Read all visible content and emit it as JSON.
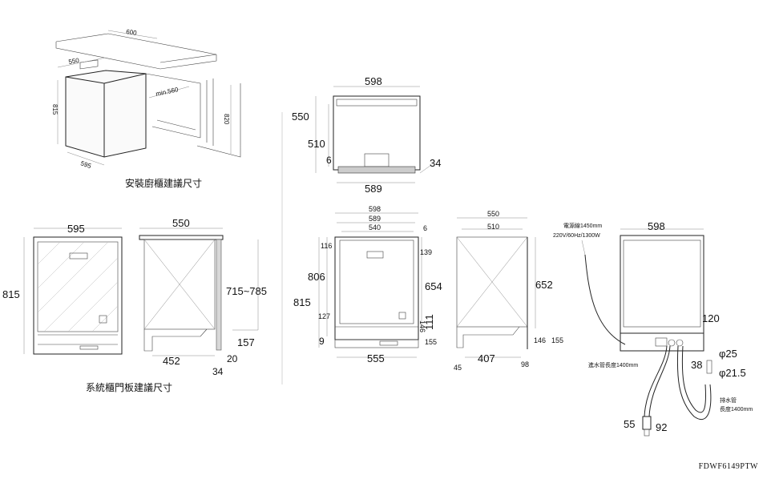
{
  "captions": {
    "cabinet_install": "安裝廚櫃建議尺寸",
    "door_panel": "系統櫃門板建議尺寸"
  },
  "model_code": "FDWF6149PTW",
  "iso_view": {
    "width": "600",
    "depth": "550",
    "min_depth": "min.560",
    "height": "815",
    "cabinet_height": "820",
    "bottom_width": "595"
  },
  "front_panel_view": {
    "width": "595",
    "height": "815"
  },
  "side_panel_view": {
    "depth": "550",
    "height_range": "715~785",
    "kick_height": "157",
    "offset_20": "20",
    "bottom_452": "452",
    "bottom_34": "34"
  },
  "top_view": {
    "width": "598",
    "depth": "550",
    "depth_inner": "510",
    "offset_6": "6",
    "protrusion": "34",
    "bottom_width": "589"
  },
  "front_view": {
    "w598": "598",
    "w589": "589",
    "w540": "540",
    "offset_6": "6",
    "d116": "116",
    "d139": "139",
    "h806": "806",
    "h815": "815",
    "h654": "654",
    "d127": "127",
    "d146": "146",
    "d111": "111",
    "d9": "9",
    "d155": "155",
    "w555": "555"
  },
  "side_view": {
    "d550": "550",
    "d510": "510",
    "h652": "652",
    "d146": "146",
    "d155": "155",
    "d45": "45",
    "d407": "407",
    "d98": "98"
  },
  "rear_view": {
    "power_cord": "電源線1450mm",
    "power_spec": "220V/60Hz/1300W",
    "width": "598",
    "d120": "120",
    "phi25": "φ25",
    "d38": "38",
    "phi215": "φ21.5",
    "inlet_hose": "進水管長度1400mm",
    "drain_hose_1": "排水管",
    "drain_hose_2": "長度1400mm",
    "d55": "55",
    "d92": "92"
  }
}
